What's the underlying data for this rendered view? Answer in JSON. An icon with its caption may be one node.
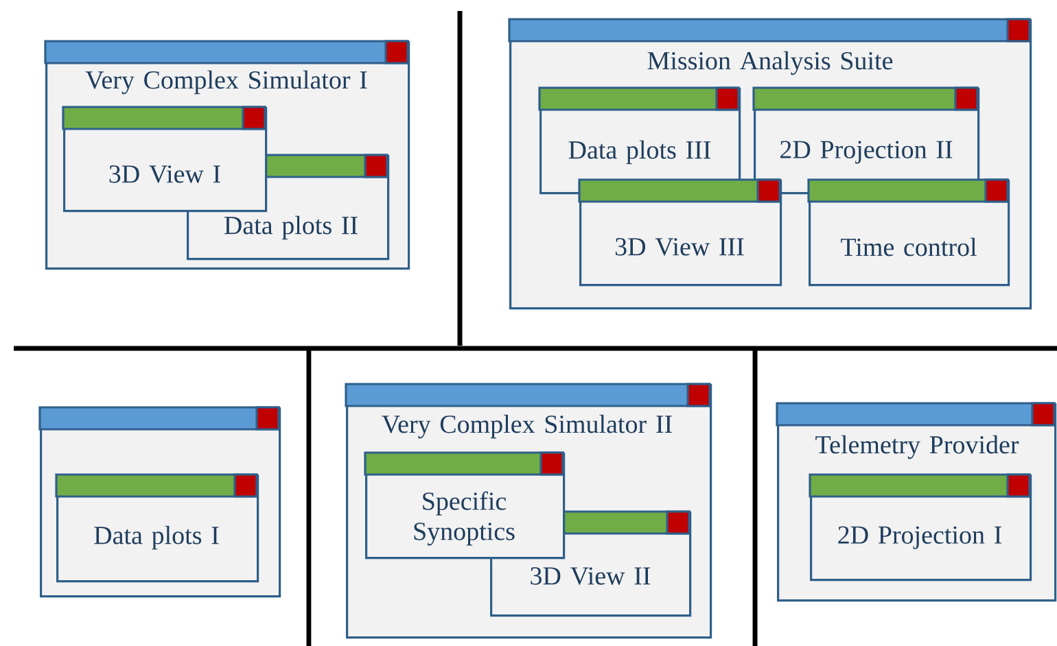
{
  "diagram": {
    "nodes": [
      {
        "text": [
          "Very Complex Simulator I"
        ]
      },
      {
        "text": [
          "3D View I"
        ],
        "in": 0
      },
      {
        "text": [
          "Data plots II"
        ],
        "in": 0
      },
      {
        "text": [
          "Mission Analysis Suite"
        ]
      },
      {
        "text": [
          "Data plots III"
        ],
        "in": 3
      },
      {
        "text": [
          "2D Projection II"
        ],
        "in": 3
      },
      {
        "text": [
          "3D View III"
        ],
        "in": 3
      },
      {
        "text": [
          "Time control"
        ],
        "in": 3
      },
      {
        "text": [],
        "shape": "box"
      },
      {
        "text": [
          "Data plots I"
        ],
        "in": 8
      },
      {
        "text": [
          "Very Complex Simulator II"
        ]
      },
      {
        "text": [
          "Specific Synoptics"
        ],
        "in": 10
      },
      {
        "text": [
          "3D View II"
        ],
        "in": 10
      },
      {
        "text": [
          "Telemetry Provider"
        ]
      },
      {
        "text": [
          "2D Projection I"
        ],
        "in": 13
      }
    ]
  }
}
